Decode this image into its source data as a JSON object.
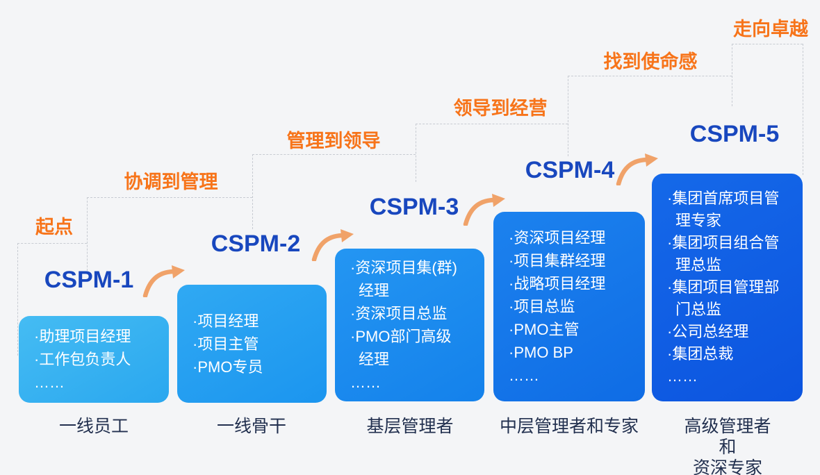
{
  "summit_label": "走向卓越",
  "steps": [
    {
      "stage_label": "起点",
      "title": "CSPM-1",
      "roles": [
        "·助理项目经理",
        "·工作包负责人",
        "……"
      ],
      "footer": "一线员工",
      "box_gradient": [
        "#45BCF3",
        "#2AA7EF"
      ]
    },
    {
      "stage_label": "协调到管理",
      "title": "CSPM-2",
      "roles": [
        "·项目经理",
        "·项目主管",
        "·PMO专员"
      ],
      "footer": "一线骨干",
      "box_gradient": [
        "#30A9F3",
        "#1B95EF"
      ]
    },
    {
      "stage_label": "管理到领导",
      "title": "CSPM-3",
      "roles": [
        "·资深项目集(群)\n经理",
        "·资深项目总监",
        "·PMO部门高级\n经理",
        "……"
      ],
      "footer": "基层管理者",
      "box_gradient": [
        "#2496F2",
        "#1481EB"
      ]
    },
    {
      "stage_label": "领导到经营",
      "title": "CSPM-4",
      "roles": [
        "·资深项目经理",
        "·项目集群经理",
        "·战略项目经理",
        "·项目总监",
        "·PMO主管",
        "·PMO BP",
        "……"
      ],
      "footer": "中层管理者和专家",
      "box_gradient": [
        "#1C82EE",
        "#0F6CE5"
      ]
    },
    {
      "stage_label": "找到使命感",
      "title": "CSPM-5",
      "roles": [
        "·集团首席项目管\n理专家",
        "·集团项目组合管\n理总监",
        "·集团项目管理部\n门总监",
        "·公司总经理",
        "·集团总裁",
        "……"
      ],
      "footer": "高级管理者和\n资深专家",
      "box_gradient": [
        "#1569E9",
        "#0C54DF"
      ]
    }
  ],
  "colors": {
    "background": "#F4F5F7",
    "stage_orange": "#F7741A",
    "arrow_orange": "#F0A269",
    "title_blue": "#1847BE",
    "footer_navy": "#22304F",
    "box_text": "#FFFFFF",
    "stair_dash": "#C7CBD2"
  }
}
